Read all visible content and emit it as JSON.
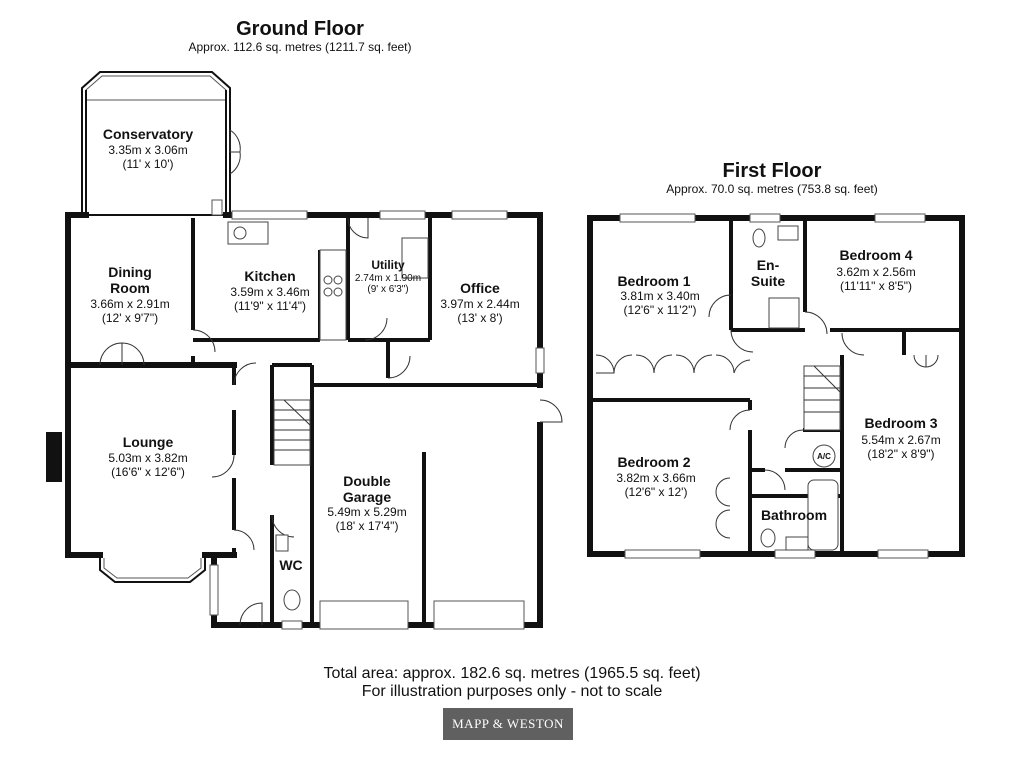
{
  "ground_floor": {
    "title": "Ground Floor",
    "area": "Approx. 112.6 sq. metres (1211.7 sq. feet)",
    "rooms": {
      "conservatory": {
        "name": "Conservatory",
        "dim_m": "3.35m x 3.06m",
        "dim_ft": "(11' x 10')"
      },
      "dining_room": {
        "name1": "Dining",
        "name2": "Room",
        "dim_m": "3.66m x 2.91m",
        "dim_ft": "(12' x 9'7\")"
      },
      "kitchen": {
        "name": "Kitchen",
        "dim_m": "3.59m x 3.46m",
        "dim_ft": "(11'9\" x 11'4\")"
      },
      "utility": {
        "name": "Utility",
        "dim_m": "2.74m x 1.90m",
        "dim_ft": "(9' x 6'3\")"
      },
      "office": {
        "name": "Office",
        "dim_m": "3.97m x 2.44m",
        "dim_ft": "(13' x 8')"
      },
      "lounge": {
        "name": "Lounge",
        "dim_m": "5.03m x 3.82m",
        "dim_ft": "(16'6\" x 12'6\")"
      },
      "double_garage": {
        "name1": "Double",
        "name2": "Garage",
        "dim_m": "5.49m x 5.29m",
        "dim_ft": "(18' x 17'4\")"
      },
      "wc": {
        "name": "WC"
      }
    }
  },
  "first_floor": {
    "title": "First Floor",
    "area": "Approx. 70.0 sq. metres (753.8 sq. feet)",
    "rooms": {
      "bedroom_1": {
        "name": "Bedroom 1",
        "dim_m": "3.81m x 3.40m",
        "dim_ft": "(12'6\" x 11'2\")"
      },
      "en_suite": {
        "name1": "En-",
        "name2": "Suite"
      },
      "bedroom_4": {
        "name": "Bedroom 4",
        "dim_m": "3.62m x 2.56m",
        "dim_ft": "(11'11\" x 8'5\")"
      },
      "bedroom_2": {
        "name": "Bedroom 2",
        "dim_m": "3.82m x 3.66m",
        "dim_ft": "(12'6\" x 12')"
      },
      "bedroom_3": {
        "name": "Bedroom 3",
        "dim_m": "5.54m x 2.67m",
        "dim_ft": "(18'2\" x 8'9\")"
      },
      "bathroom": {
        "name": "Bathroom"
      },
      "ac": {
        "label": "A/C"
      }
    }
  },
  "footer": {
    "total_area": "Total area: approx. 182.6 sq. metres (1965.5 sq. feet)",
    "disclaimer": "For illustration purposes only - not to scale",
    "logo": "MAPP & WESTON"
  },
  "colors": {
    "walls": "#111111",
    "logo_bg": "#606060"
  }
}
